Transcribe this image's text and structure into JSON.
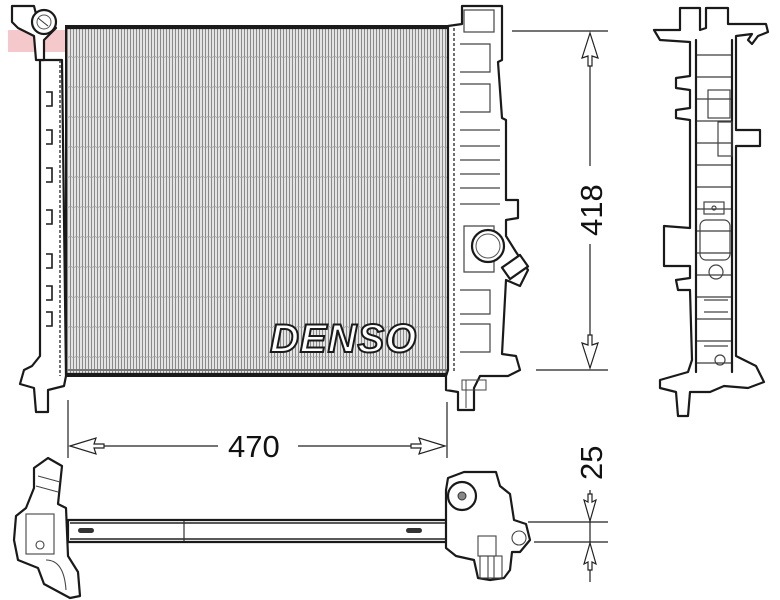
{
  "drawing": {
    "subject": "radiator",
    "brand_label": "DENSO",
    "views": [
      "front-view",
      "side-view",
      "top-view"
    ],
    "dimensions": {
      "width": {
        "value": "470",
        "orientation": "horizontal"
      },
      "height": {
        "value": "418",
        "orientation": "vertical"
      },
      "core_thickness": {
        "value": "25",
        "orientation": "vertical"
      }
    },
    "colors": {
      "line": "#1a1a1a",
      "core_fin": "#9a9a9a",
      "stamp": "#dc3c46"
    }
  }
}
